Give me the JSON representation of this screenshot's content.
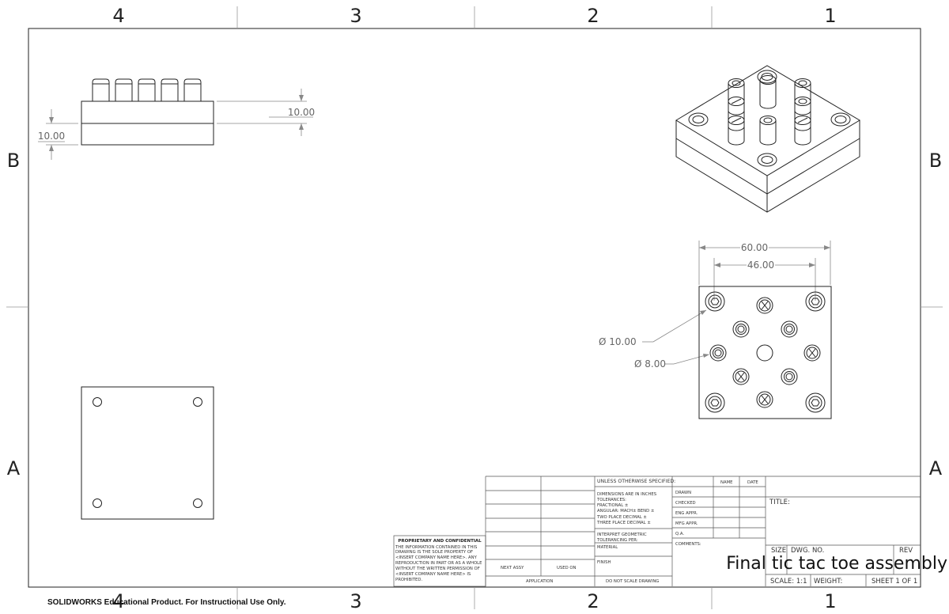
{
  "zones": {
    "top": [
      "4",
      "3",
      "2",
      "1"
    ],
    "bottom": [
      "4",
      "3",
      "2",
      "1"
    ],
    "left": [
      "B",
      "A"
    ],
    "right": [
      "B",
      "A"
    ]
  },
  "dimensions": {
    "front_right": "10.00",
    "front_left": "10.00",
    "width_total": "60.00",
    "width_holes": "46.00",
    "dia_large": "Ø 10.00",
    "dia_small": "Ø 8.00"
  },
  "title_block": {
    "unless_specified": "UNLESS OTHERWISE SPECIFIED:",
    "name": "NAME",
    "date": "DATE",
    "dims_inches": "DIMENSIONS ARE IN INCHES",
    "tolerances": "TOLERANCES:",
    "fractional": "FRACTIONAL ±",
    "angular": "ANGULAR: MACH±    BEND ±",
    "two_place": "TWO PLACE DECIMAL    ±",
    "three_place": "THREE PLACE DECIMAL   ±",
    "interpret_1": "INTERPRET GEOMETRIC",
    "interpret_2": "TOLERANCING PER:",
    "material": "MATERIAL",
    "finish": "FINISH",
    "do_not_scale": "DO NOT SCALE DRAWING",
    "next_assy": "NEXT ASSY",
    "used_on": "USED ON",
    "application": "APPLICATION",
    "drawn": "DRAWN",
    "checked": "CHECKED",
    "eng_appr": "ENG APPR.",
    "mfg_appr": "MFG APPR.",
    "qa": "Q.A.",
    "comments": "COMMENTS:",
    "title": "TITLE:",
    "size": "SIZE",
    "dwg_no": "DWG.  NO.",
    "rev": "REV",
    "drawing_title": "Final tic tac toe assembly",
    "scale": "SCALE: 1:1",
    "weight": "WEIGHT:",
    "sheet": "SHEET 1 OF 1",
    "proprietary_title": "PROPRIETARY AND CONFIDENTIAL",
    "proprietary_lines": [
      "THE INFORMATION CONTAINED IN THIS",
      "DRAWING IS THE SOLE PROPERTY OF",
      "<INSERT COMPANY NAME HERE>.  ANY",
      "REPRODUCTION IN PART OR AS A WHOLE",
      "WITHOUT THE WRITTEN PERMISSION OF",
      "<INSERT COMPANY NAME HERE> IS",
      "PROHIBITED."
    ]
  },
  "footer": "SOLIDWORKS Educational Product. For Instructional Use Only."
}
